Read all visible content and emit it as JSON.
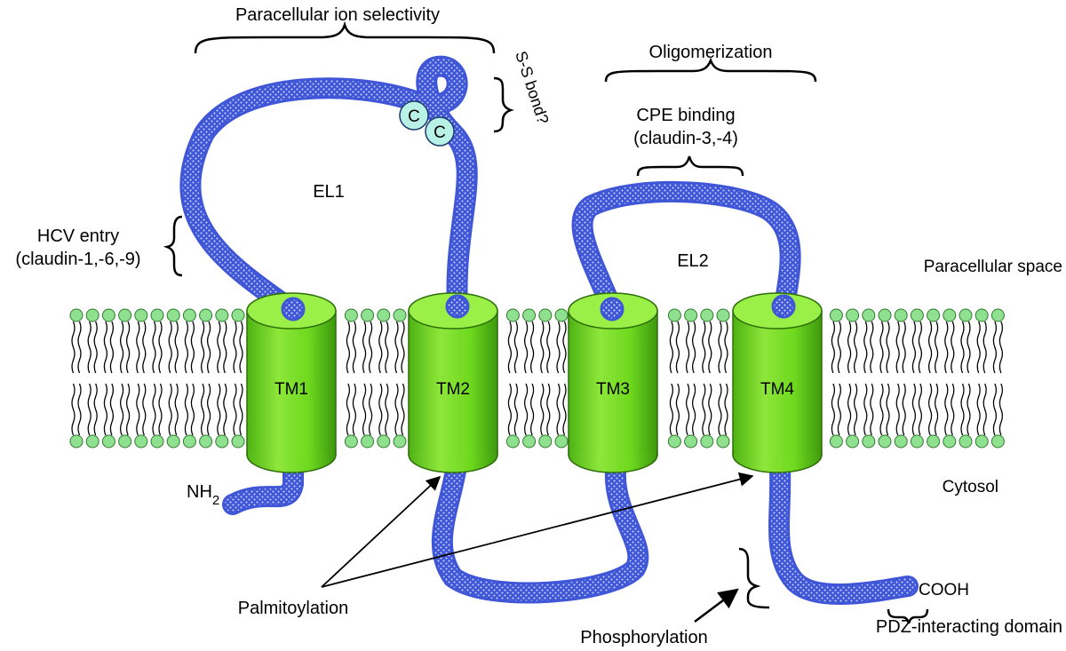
{
  "colors": {
    "chain": "#3f56d6",
    "chain_dots": "#dfe6ff",
    "cylinder_body": "#6ed81e",
    "cylinder_top": "#9af046",
    "cylinder_stroke": "#2e6e0c",
    "lipid_head": "#8fe08f",
    "lipid_head_stroke": "#2f7a2f",
    "cysteine": "#b8f2e6",
    "text": "#000000"
  },
  "labels": {
    "paracellular_ion_selectivity": "Paracellular ion selectivity",
    "ss_bond": "S-S bond?",
    "oligomerization": "Oligomerization",
    "cpe_binding_line1": "CPE binding",
    "cpe_binding_line2": "(claudin-3,-4)",
    "el1": "EL1",
    "el2": "EL2",
    "hcv_entry_line1": "HCV entry",
    "hcv_entry_line2": "(claudin-1,-6,-9)",
    "paracellular_space": "Paracellular space",
    "cytosol": "Cytosol",
    "nh2_main": "NH",
    "nh2_sub": "2",
    "cooh": "COOH",
    "palmitoylation": "Palmitoylation",
    "phosphorylation": "Phosphorylation",
    "pdz_domain": "PDZ-interacting domain",
    "cysteine_1": "C",
    "cysteine_2": "C"
  },
  "transmembrane_helices": [
    {
      "label": "TM1"
    },
    {
      "label": "TM2"
    },
    {
      "label": "TM3"
    },
    {
      "label": "TM4"
    }
  ]
}
